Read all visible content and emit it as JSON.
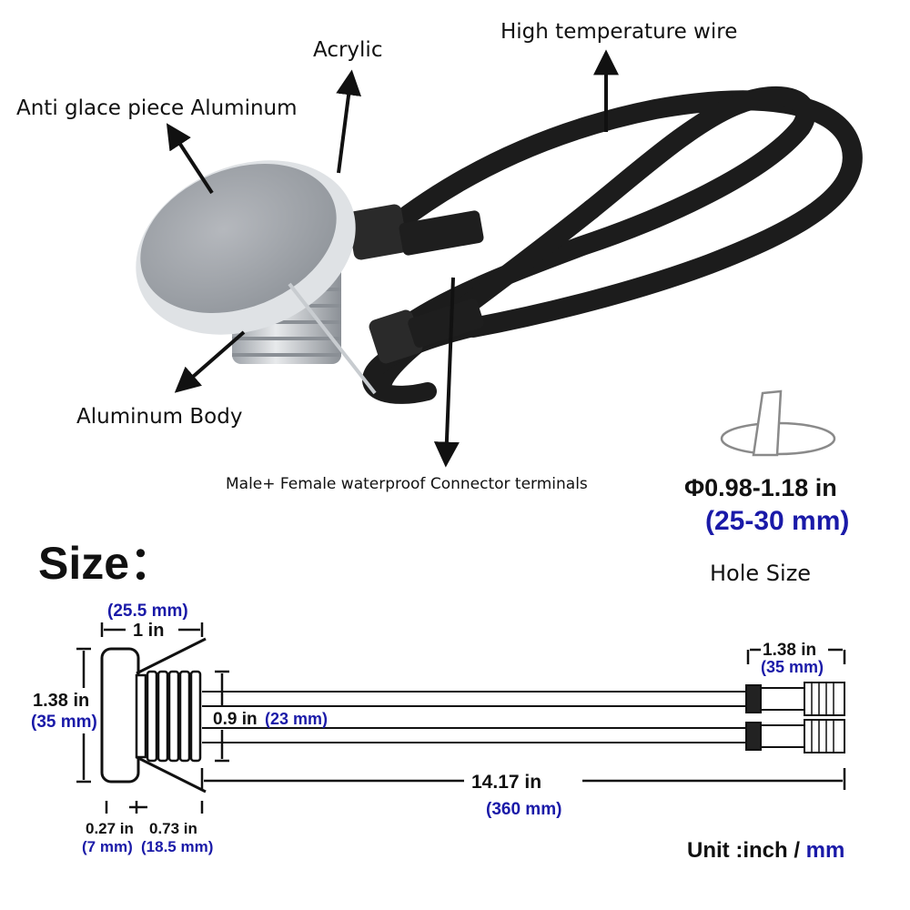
{
  "callouts": {
    "acrylic": "Acrylic",
    "high_temp_wire": "High temperature wire",
    "anti_glare": "Anti glace piece Aluminum",
    "aluminum_body": "Aluminum Body",
    "connector_terminals": "Male+ Female waterproof Connector terminals"
  },
  "hole": {
    "diameter_in": "Φ0.98-1.18 in",
    "diameter_mm": "(25-30 mm)",
    "caption": "Hole Size"
  },
  "size": {
    "title": "Size：",
    "head_width_mm": "(25.5 mm)",
    "head_width_in": "1 in",
    "head_height_in": "1.38 in",
    "head_height_mm": "(35 mm)",
    "body_dia_in": "0.9 in",
    "body_dia_mm": "(23 mm)",
    "conn_len_in": "1.38 in",
    "conn_len_mm": "(35 mm)",
    "cable_len_in": "14.17 in",
    "cable_len_mm": "(360 mm)",
    "flange_in": "0.27 in",
    "flange_mm": "(7 mm)",
    "thread_in": "0.73 in",
    "thread_mm": "(18.5 mm)",
    "unit_prefix": "Unit :inch / ",
    "unit_mm": "mm"
  },
  "colors": {
    "blue": "#1a1aa8",
    "cable": "#1c1c1c",
    "aluminum": "#c9ccd0"
  }
}
